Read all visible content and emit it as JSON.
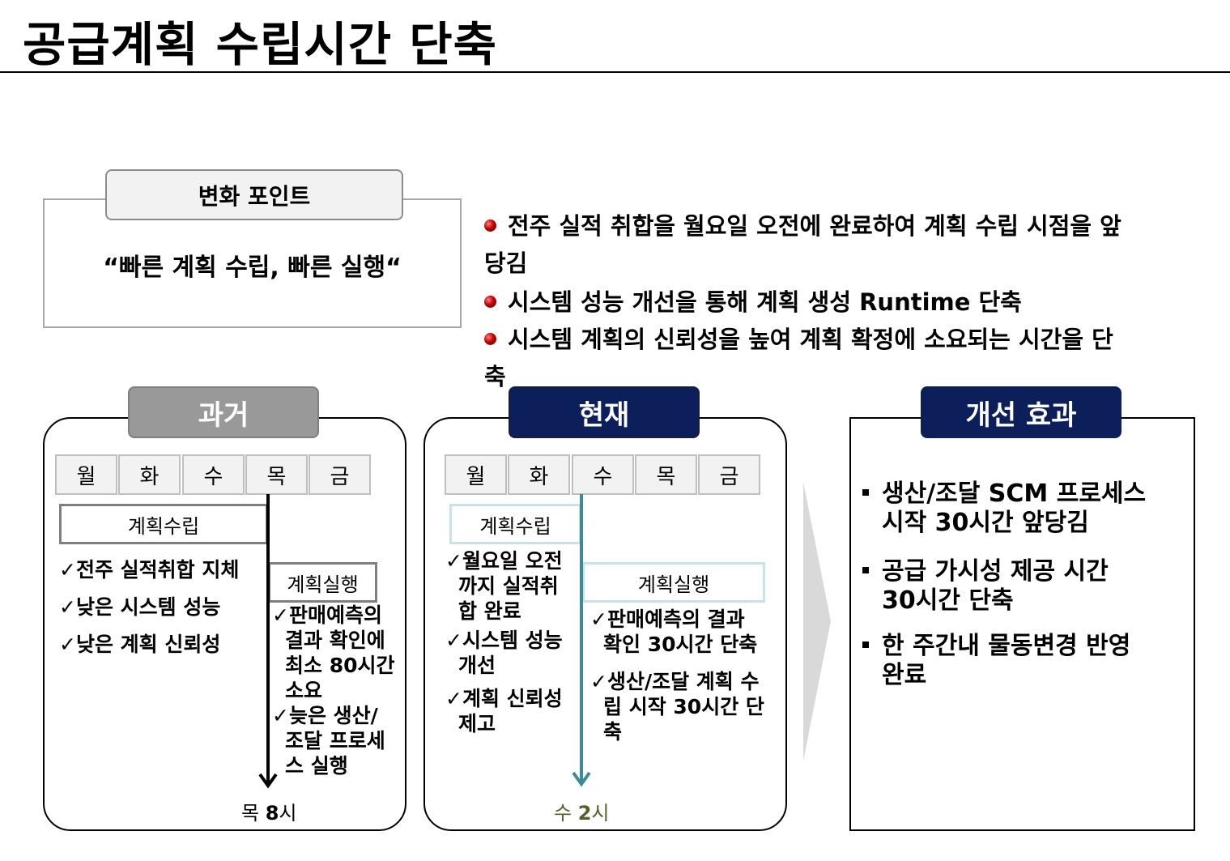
{
  "title": "공급계획 수립시간 단축",
  "change_point": {
    "label": "변화 포인트",
    "slogan": "“빠른 계획 수립, 빠른 실행“"
  },
  "bullets": [
    {
      "line1": "전주 실적 취합을 월요일 오전에 완료하여 계획 수립 시점을 앞",
      "line2": "당김"
    },
    {
      "line1": "시스템 성능 개선을 통해 계획 생성 Runtime 단축",
      "line2": ""
    },
    {
      "line1": "시스템 계획의 신뢰성을 높여 계획 확정에 소요되는 시간을 단",
      "line2": "축"
    }
  ],
  "days": [
    "월",
    "화",
    "수",
    "목",
    "금"
  ],
  "past": {
    "tab": "과거",
    "planning_label": "계획수립",
    "execution_label": "계획실행",
    "planning_items": [
      "✓전주 실적취합 지체",
      "✓낮은 시스템 성능",
      "✓낮은 계획 신뢰성"
    ],
    "execution_lines": [
      "✓판매예측의",
      "결과 확인에",
      "최소 80시간",
      "소요",
      "✓늦은 생산/",
      "조달 프로세",
      "스 실행"
    ],
    "time_day": "목 ",
    "time_num": "8",
    "time_unit": "시"
  },
  "now": {
    "tab": "현재",
    "planning_label": "계획수립",
    "execution_label": "계획실행",
    "planning_lines": [
      "✓월요일 오전",
      "까지 실적취",
      "합 완료",
      "✓시스템 성능",
      "개선",
      "✓계획 신뢰성",
      "제고"
    ],
    "execution_lines": [
      "✓판매예측의 결과",
      "확인 30시간 단축",
      "✓생산/조달 계획 수",
      "립 시작 30시간 단",
      "축"
    ],
    "time_day": "수 ",
    "time_num": "2",
    "time_unit": "시"
  },
  "effect": {
    "tab": "개선 효과",
    "items": [
      {
        "line1": "생산/조달 SCM 프로세스",
        "line2": "시작 30시간 앞당김"
      },
      {
        "line1": "공급 가시성 제공 시간",
        "line2": "30시간 단축"
      },
      {
        "line1": "한 주간내 물동변경 반영",
        "line2": "완료"
      }
    ]
  },
  "colors": {
    "navy": "#0c1f5a",
    "gray_tab": "#999999",
    "teal": "#3c8c96",
    "bullet_red": "#c00000",
    "olive": "#4f6228"
  }
}
